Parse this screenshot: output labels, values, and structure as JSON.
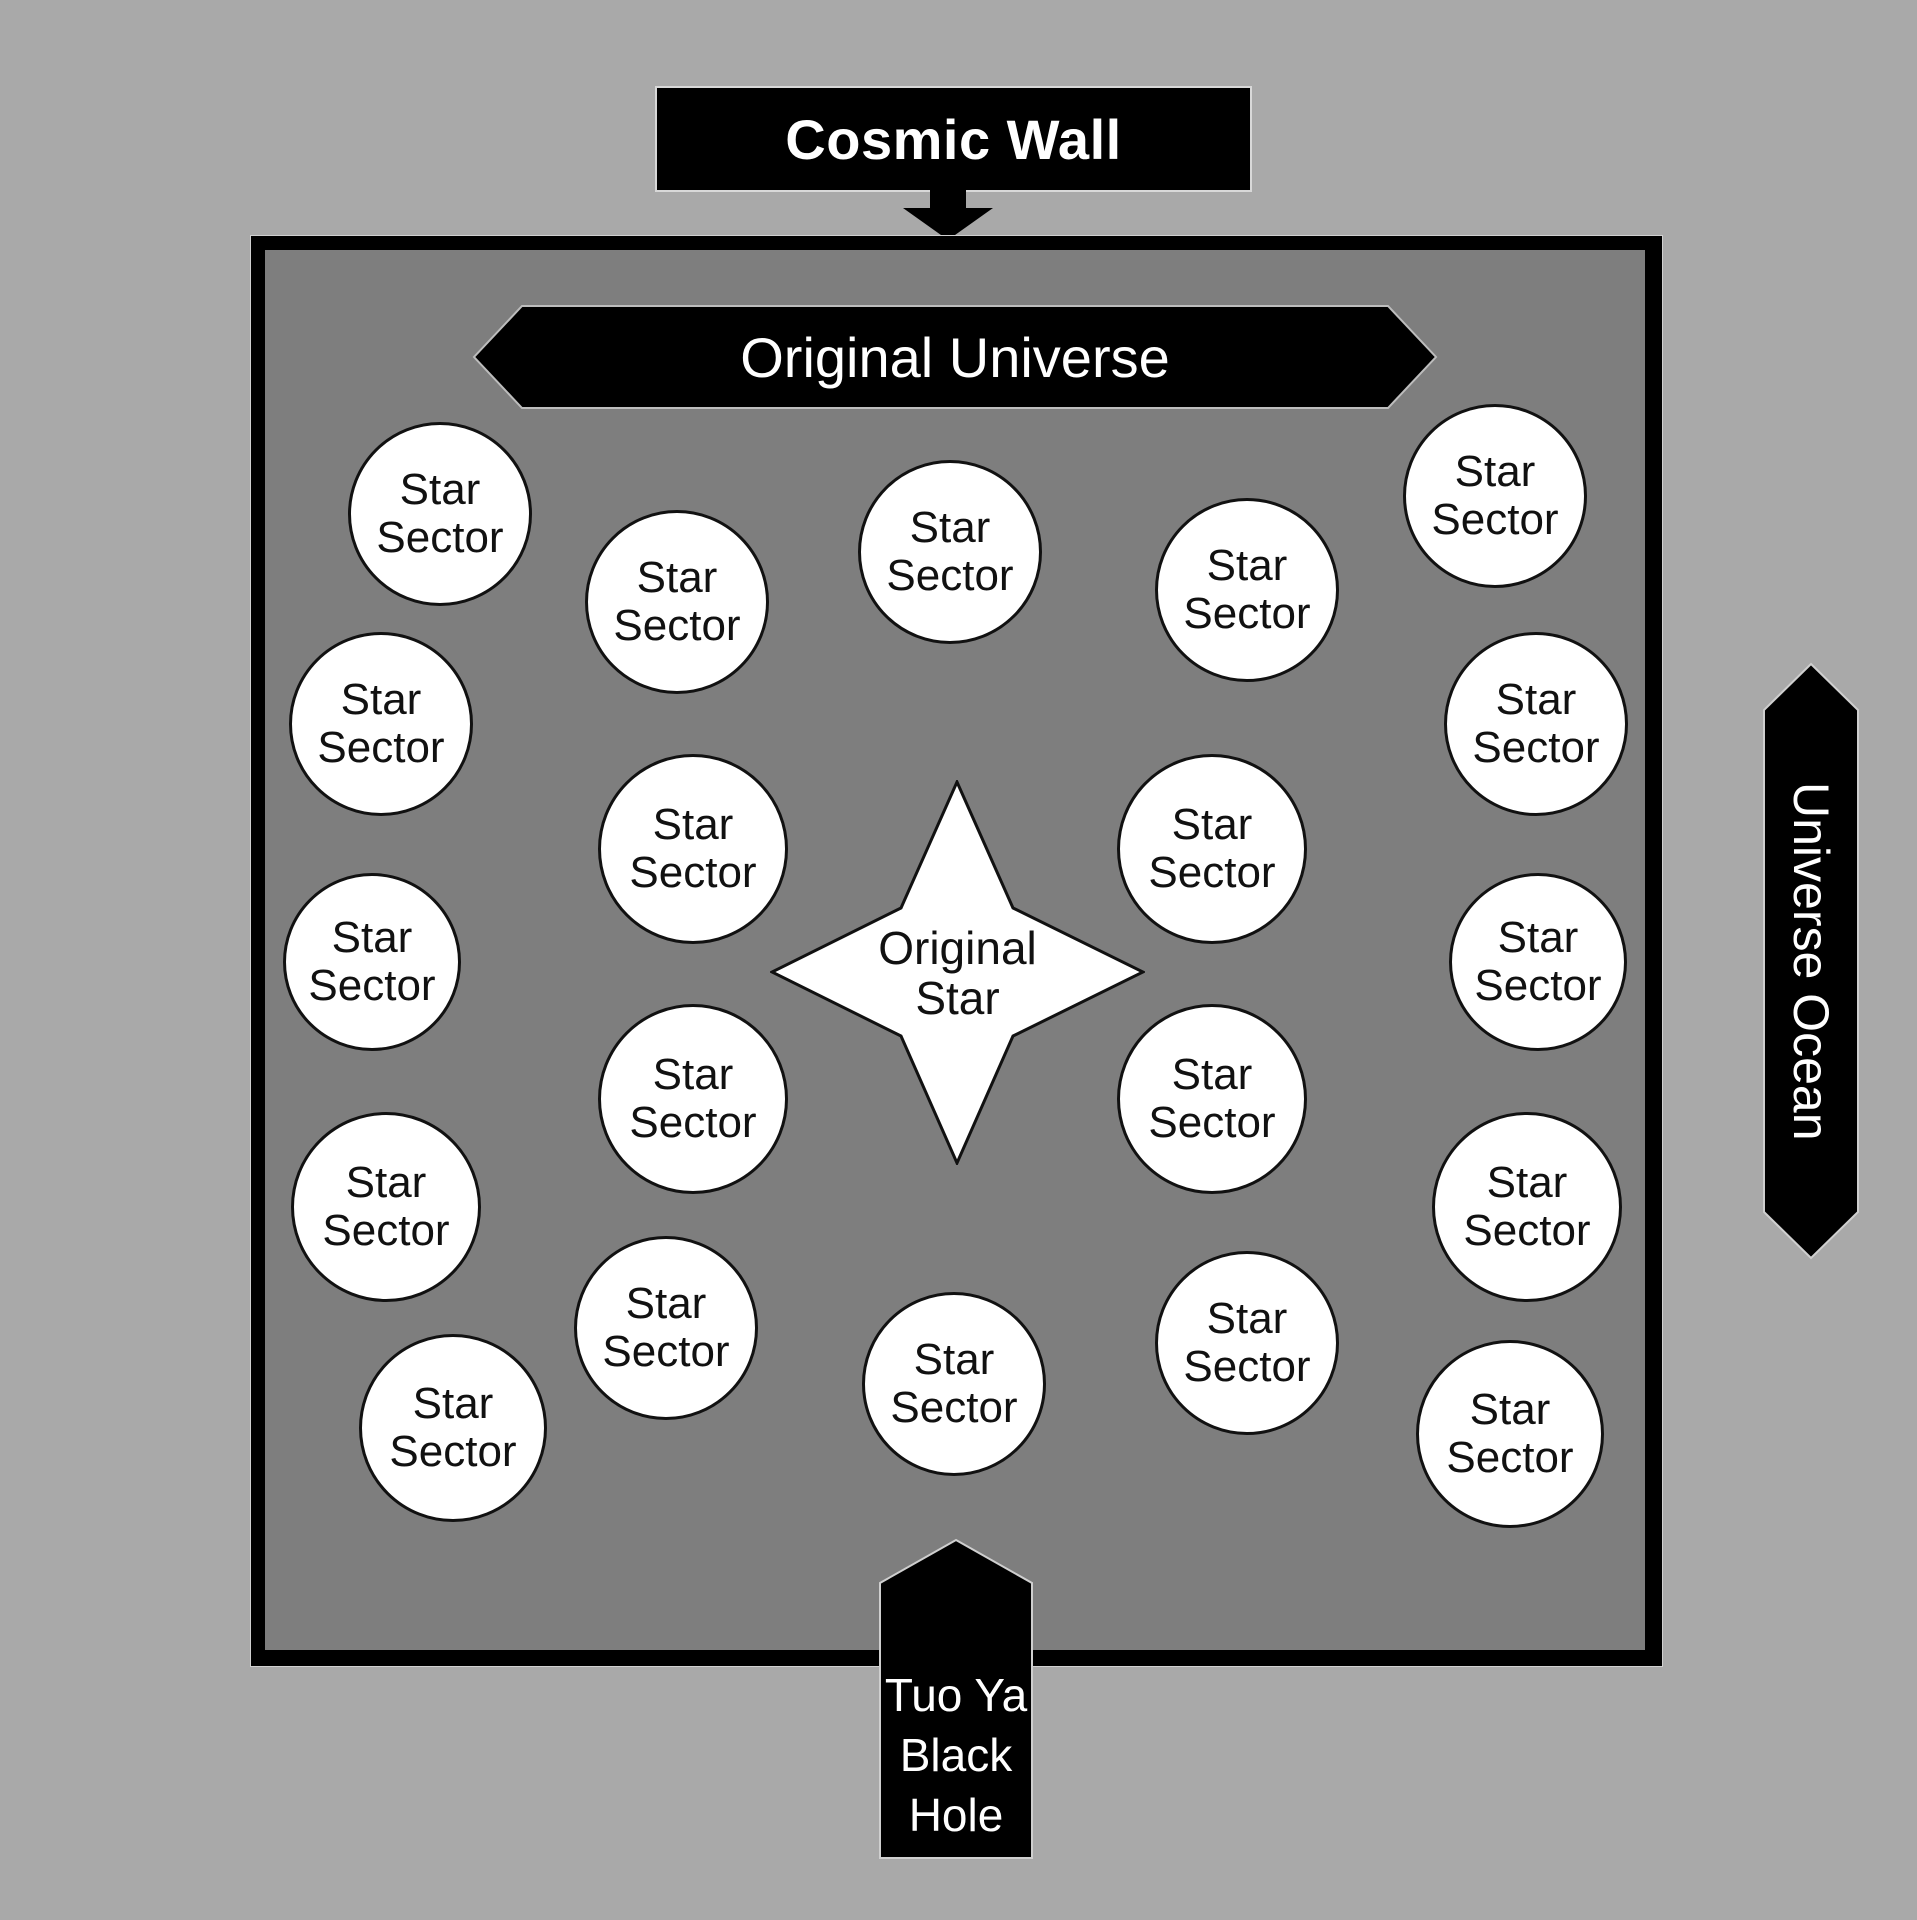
{
  "colors": {
    "background": "#a9a9a9",
    "universe_fill": "#7e7e7e",
    "frame": "#000000",
    "label_fill": "#000000",
    "label_text": "#ffffff",
    "node_fill": "#ffffff",
    "node_text": "#111111"
  },
  "cosmic_wall": {
    "label": "Cosmic Wall",
    "arrow_icon": "arrow-down-icon"
  },
  "original_universe": {
    "label": "Original Universe"
  },
  "original_star": {
    "line1": "Original",
    "line2": "Star",
    "icon": "four-point-star-icon"
  },
  "universe_ocean": {
    "label": "Universe Ocean"
  },
  "black_hole": {
    "line1": "Tuo Ya",
    "line2": "Black",
    "line3": "Hole"
  },
  "star_sectors": [
    {
      "line1": "Star",
      "line2": "Sector"
    },
    {
      "line1": "Star",
      "line2": "Sector"
    },
    {
      "line1": "Star",
      "line2": "Sector"
    },
    {
      "line1": "Star",
      "line2": "Sector"
    },
    {
      "line1": "Star",
      "line2": "Sector"
    },
    {
      "line1": "Star",
      "line2": "Sector"
    },
    {
      "line1": "Star",
      "line2": "Sector"
    },
    {
      "line1": "Star",
      "line2": "Sector"
    },
    {
      "line1": "Star",
      "line2": "Sector"
    },
    {
      "line1": "Star",
      "line2": "Sector"
    },
    {
      "line1": "Star",
      "line2": "Sector"
    },
    {
      "line1": "Star",
      "line2": "Sector"
    },
    {
      "line1": "Star",
      "line2": "Sector"
    },
    {
      "line1": "Star",
      "line2": "Sector"
    },
    {
      "line1": "Star",
      "line2": "Sector"
    },
    {
      "line1": "Star",
      "line2": "Sector"
    },
    {
      "line1": "Star",
      "line2": "Sector"
    },
    {
      "line1": "Star",
      "line2": "Sector"
    },
    {
      "line1": "Star",
      "line2": "Sector"
    },
    {
      "line1": "Star",
      "line2": "Sector"
    }
  ]
}
